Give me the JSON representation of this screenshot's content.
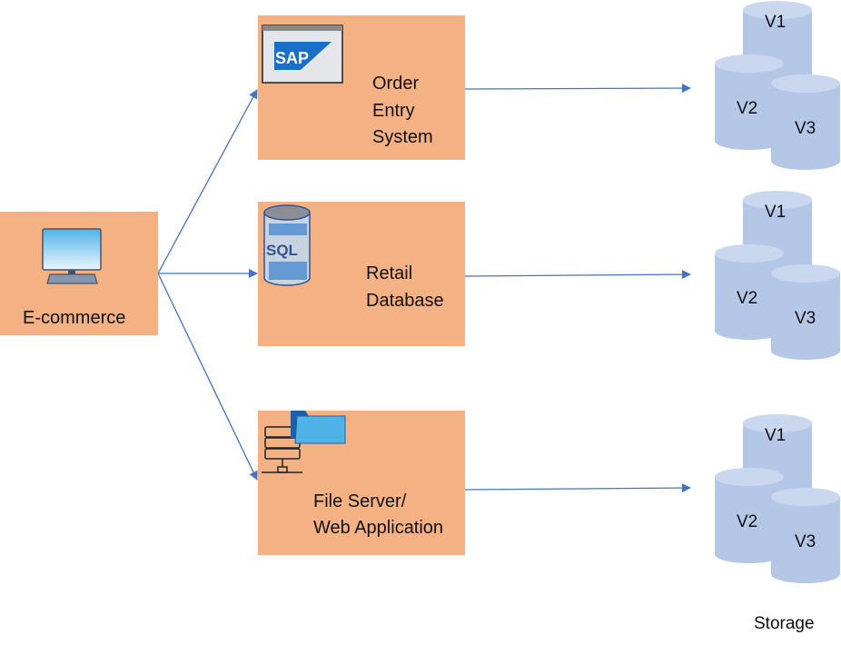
{
  "colors": {
    "box": "#f4b183",
    "arrow": "#4472c4",
    "cylinder": "#b4c7e7",
    "cylinder_top": "#cad8ef"
  },
  "source": {
    "label": "E-commerce",
    "icon": "desktop-computer-icon"
  },
  "systems": [
    {
      "lines": [
        "Order",
        "Entry",
        "System"
      ],
      "icon": "sap-window-icon",
      "logo_text": "SAP"
    },
    {
      "lines": [
        "Retail",
        "Database"
      ],
      "icon": "sql-database-icon",
      "logo_text": "SQL"
    },
    {
      "lines": [
        "File Server/",
        "Web Application"
      ],
      "icon": "file-server-icon"
    }
  ],
  "storage": {
    "label": "Storage",
    "volumes": [
      "V1",
      "V2",
      "V3"
    ]
  }
}
